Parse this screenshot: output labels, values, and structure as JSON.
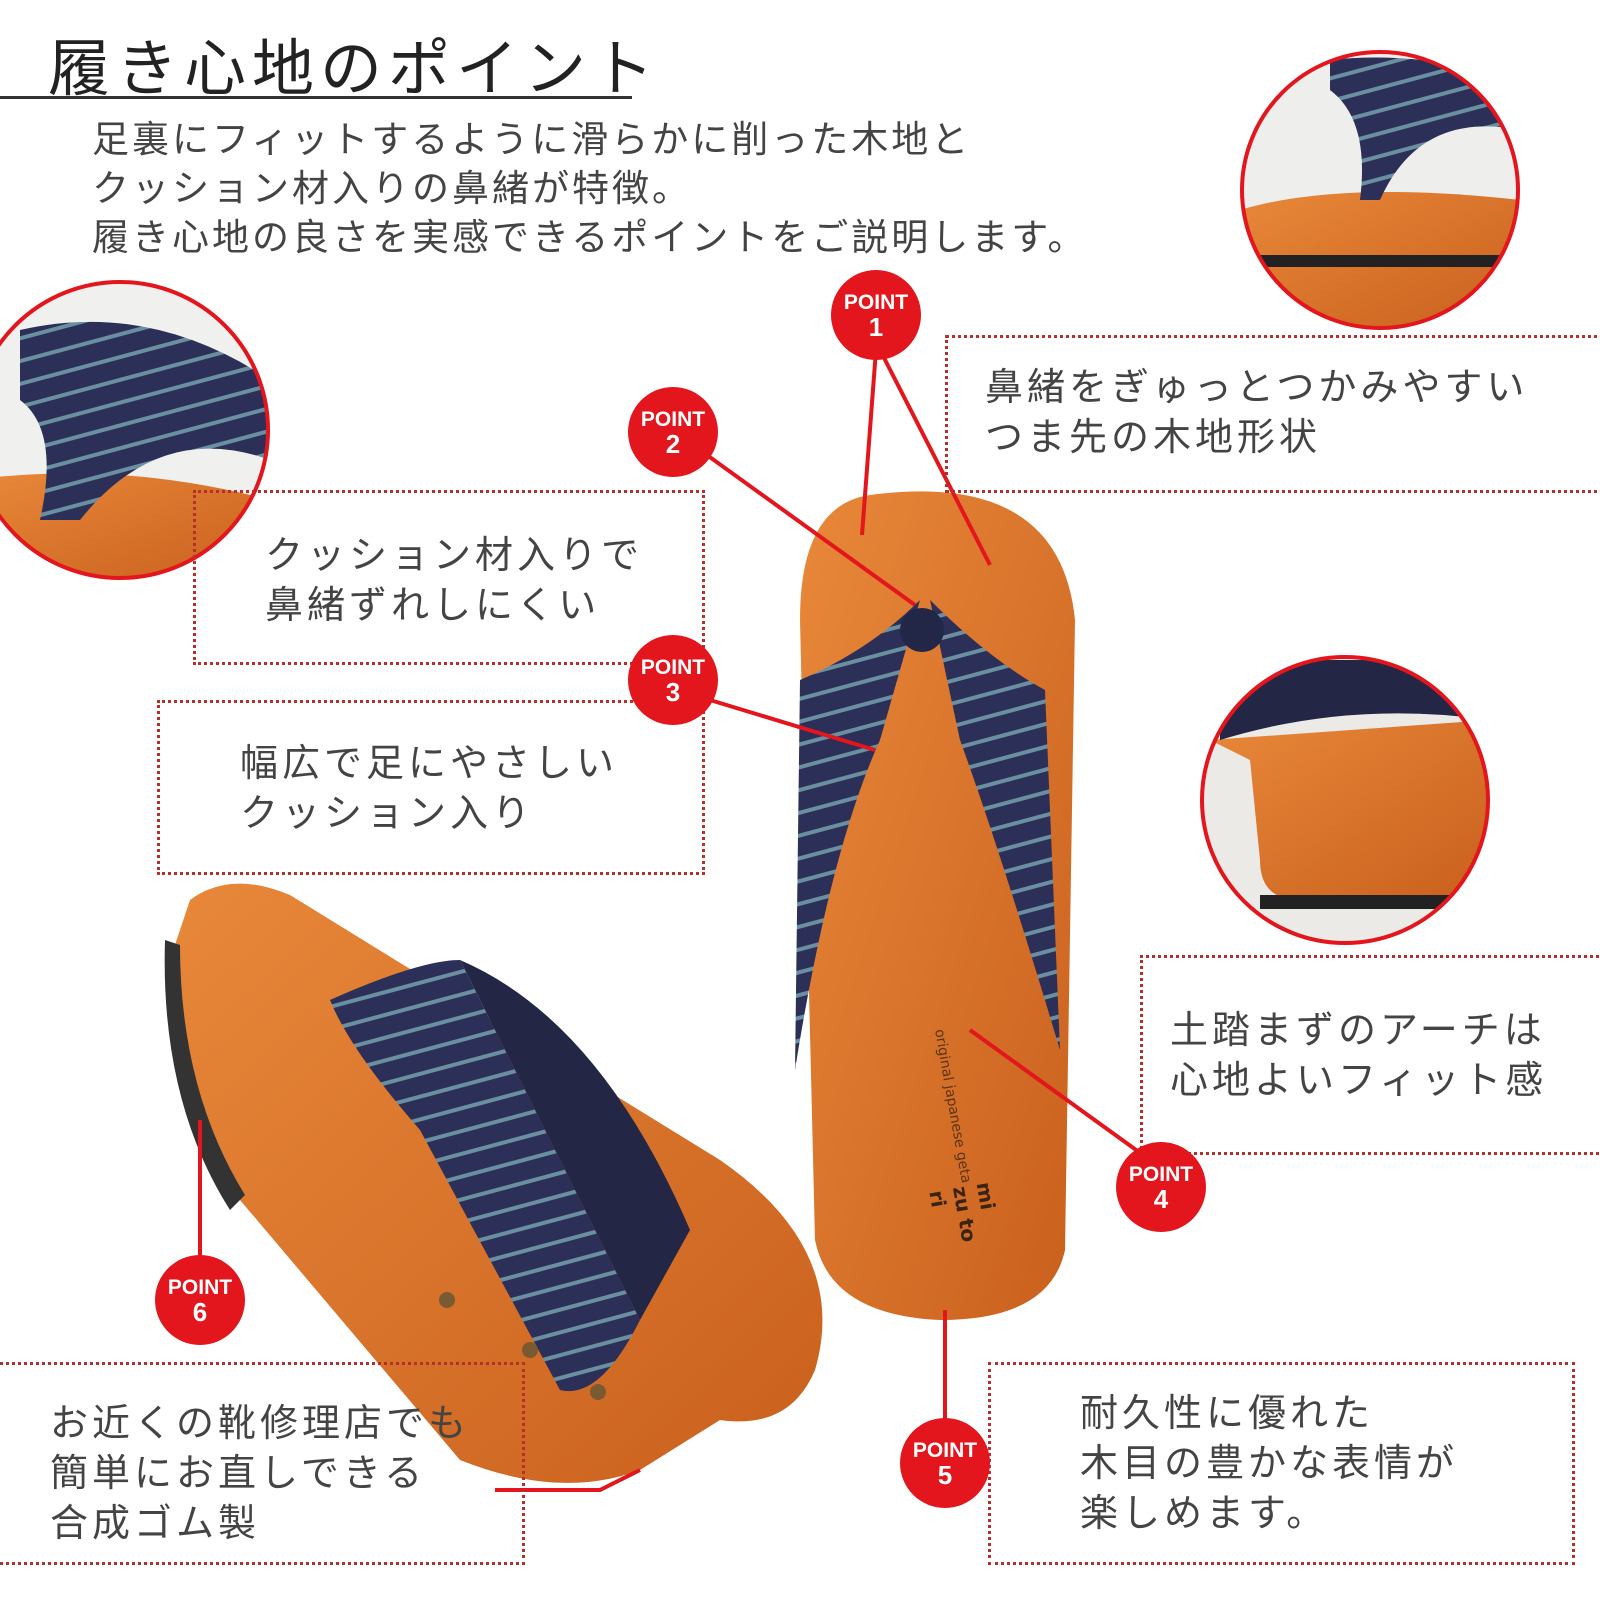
{
  "title": "履き心地のポイント",
  "intro": [
    "足裏にフィットするように滑らかに削った木地と",
    "クッション材入りの鼻緒が特徴。",
    "履き心地の良さを実感できるポイントをご説明します。"
  ],
  "badge_label": "POINT",
  "points": [
    {
      "num": "1",
      "lines": [
        "鼻緒をぎゅっとつかみやすい",
        "つま先の木地形状"
      ]
    },
    {
      "num": "2",
      "lines": [
        "クッション材入りで",
        "鼻緒ずれしにくい"
      ]
    },
    {
      "num": "3",
      "lines": [
        "幅広で足にやさしい",
        "クッション入り"
      ]
    },
    {
      "num": "4",
      "lines": [
        "土踏まずのアーチは",
        "心地よいフィット感"
      ]
    },
    {
      "num": "5",
      "lines": [
        "耐久性に優れた",
        "木目の豊かな表情が",
        "楽しめます。"
      ]
    },
    {
      "num": "6",
      "lines": [
        "お近くの靴修理店でも",
        "簡単にお直しできる",
        "合成ゴム製"
      ]
    }
  ],
  "brand": {
    "tagline": "original japanese geta",
    "name": "mi zu to ri"
  },
  "colors": {
    "accent": "#e3151d",
    "wood": "#d9742a",
    "strap": "#2a2d52"
  }
}
